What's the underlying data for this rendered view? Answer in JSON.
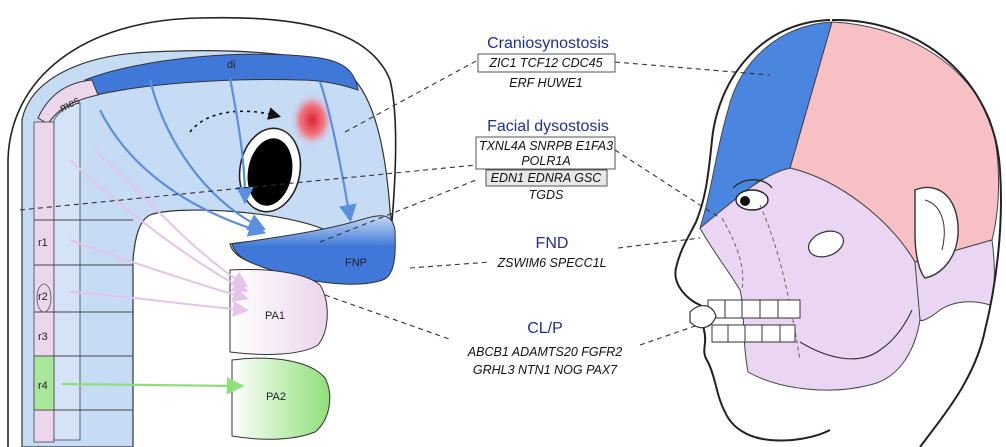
{
  "embryo_labels": {
    "di": "di",
    "mes": "mes",
    "r1": "r1",
    "r2": "r2",
    "r3": "r3",
    "r4": "r4",
    "fnp": "FNP",
    "pa1": "PA1",
    "pa2": "PA2"
  },
  "groups": {
    "craniosynostosis": {
      "title": "Craniosynostosis",
      "boxed_line": "ZIC1  TCF12  CDC45",
      "line2": "ERF  HUWE1"
    },
    "facial_dysostosis": {
      "title": "Facial dysostosis",
      "boxed_line1": "TXNL4A  SNRPB  E1FA3",
      "line2": "POLR1A",
      "boxed_line3": "EDN1  EDNRA  GSC",
      "line4": "TGDS"
    },
    "fnd": {
      "title": "FND",
      "line1": "ZSWIM6  SPECC1L"
    },
    "clp": {
      "title": "CL/P",
      "line1": "ABCB1  ADAMTS20  FGFR2",
      "line2": "GRHL3  NTN1  NOG  PAX7"
    }
  },
  "colors": {
    "embryo_fill": "#c6dbf4",
    "dark_blue": "#3f78d8",
    "pink_crest": "#ecd6ec",
    "pa2_green": "#9ee58a",
    "red_spot": "#e0242c",
    "skull_blue": "#4a86e0",
    "skull_pink": "#f6c0c4",
    "face_lilac": "#ead6f3",
    "title_navy": "#1f2f8f"
  }
}
